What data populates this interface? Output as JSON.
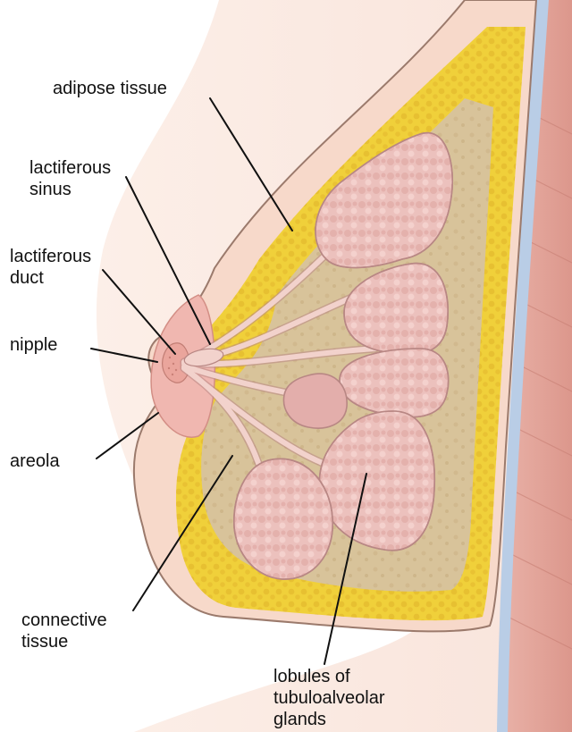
{
  "labels": {
    "adipose_tissue": "adipose tissue",
    "lactiferous_sinus": [
      "lactiferous",
      "sinus"
    ],
    "lactiferous_duct": [
      "lactiferous",
      "duct"
    ],
    "nipple": "nipple",
    "areola": "areola",
    "connective_tissue": [
      "connective",
      "tissue"
    ],
    "lobules": [
      "lobules of",
      "tubuloalveolar",
      "glands"
    ]
  },
  "colors": {
    "skin": "#f8dccd",
    "skin_edge": "#b08a7a",
    "adipose": "#f0d03a",
    "adipose_dark": "#d6a820",
    "connective": "#d8c39a",
    "lobule": "#ecc1bd",
    "lobule_edge": "#b88784",
    "duct": "#f2d2cc",
    "areola": "#f0b7b0",
    "muscle": "#e6a9a0",
    "fascia": "#b9cde6",
    "leader": "#111111"
  }
}
